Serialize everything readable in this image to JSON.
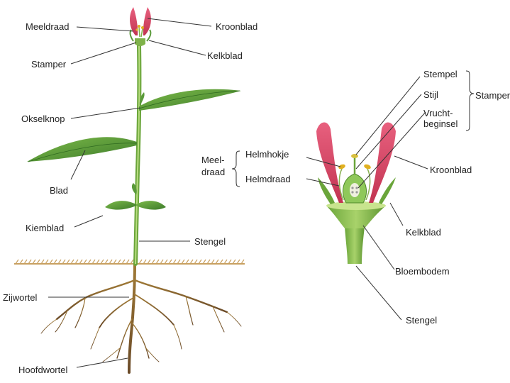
{
  "plant": {
    "labels": {
      "meeldraad": "Meeldraad",
      "kroonblad": "Kroonblad",
      "stamper": "Stamper",
      "kelkblad": "Kelkblad",
      "okselknop": "Okselknop",
      "blad": "Blad",
      "kiemblad": "Kiemblad",
      "stengel": "Stengel",
      "zijwortel": "Zijwortel",
      "hoofdwortel": "Hoofdwortel"
    }
  },
  "flower": {
    "labels": {
      "stempel": "Stempel",
      "stijl": "Stijl",
      "vrucht_line1": "Vrucht-",
      "vrucht_line2": "beginsel",
      "stamper": "Stamper",
      "meel_line1": "Meel-",
      "meel_line2": "draad",
      "helmhokje": "Helmhokje",
      "helmdraad": "Helmdraad",
      "kroonblad": "Kroonblad",
      "kelkblad": "Kelkblad",
      "bloembodem": "Bloembodem",
      "stengel": "Stengel"
    }
  },
  "colors": {
    "stem": "#7fb24a",
    "leaf": "#5a9a3a",
    "petal": "#d94a6a",
    "root": "#8a6a3a",
    "soil": "#c8a060",
    "line": "#333333"
  }
}
